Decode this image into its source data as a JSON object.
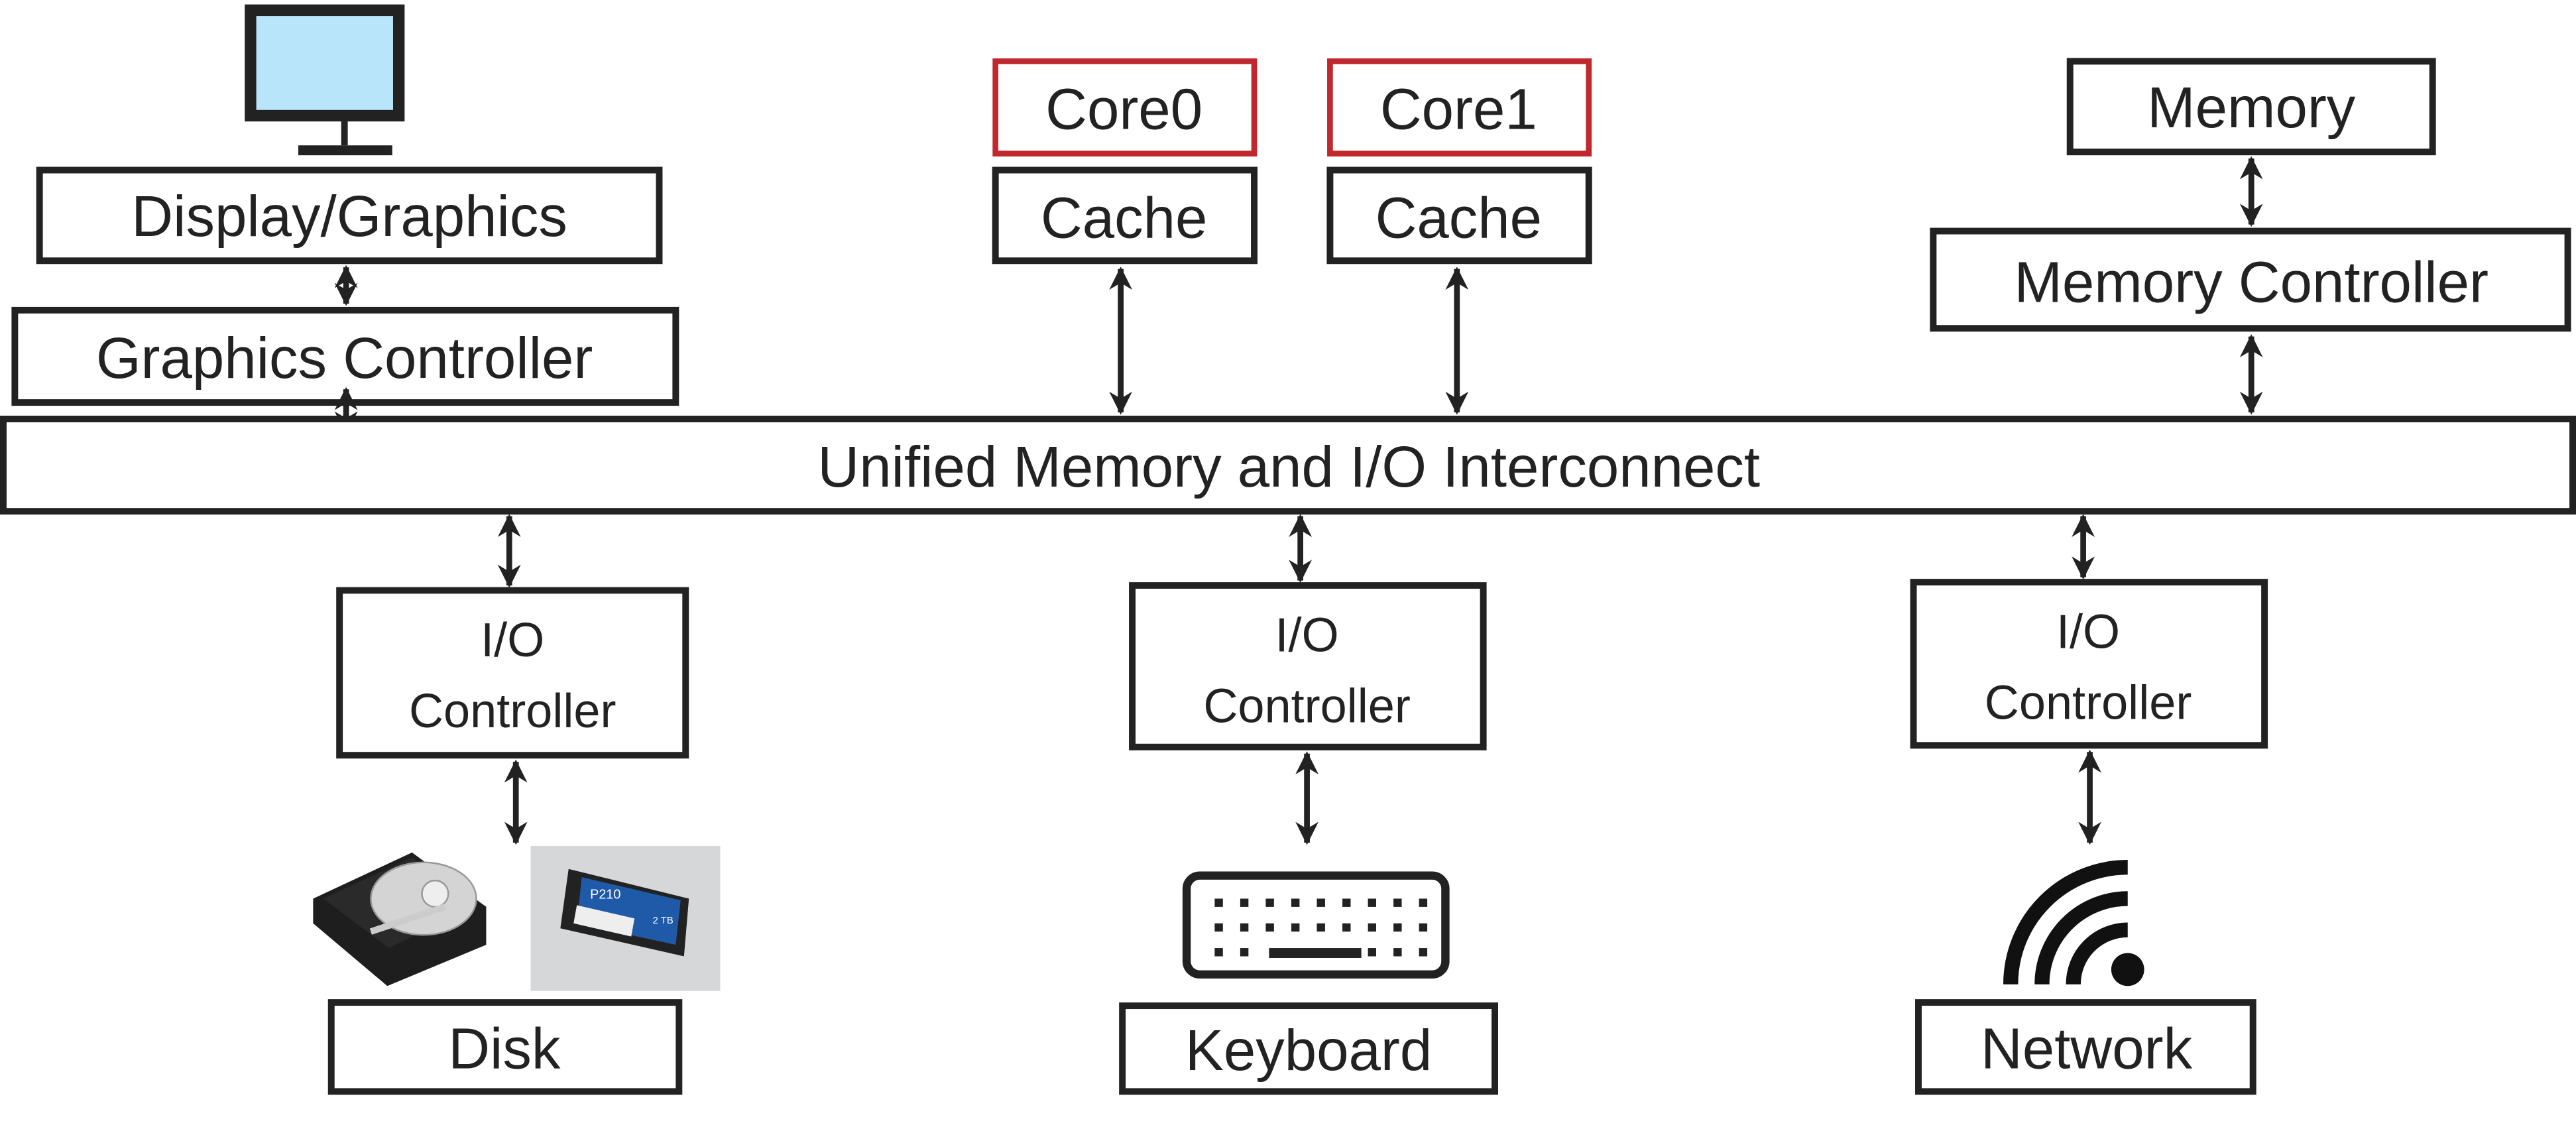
{
  "display": {
    "label": "Display/Graphics",
    "screen_color": "#b9e5fb",
    "icon": "monitor-icon"
  },
  "graphics_controller": {
    "label": "Graphics Controller"
  },
  "cores": [
    {
      "label": "Core0"
    },
    {
      "label": "Core1"
    }
  ],
  "caches": [
    {
      "label": "Cache"
    },
    {
      "label": "Cache"
    }
  ],
  "core_border_color": "#c0282d",
  "memory": {
    "label": "Memory"
  },
  "memory_controller": {
    "label": "Memory Controller"
  },
  "interconnect": {
    "label": "Unified Memory and I/O Interconnect"
  },
  "io_controllers": [
    {
      "line1": "I/O",
      "line2": "Controller"
    },
    {
      "line1": "I/O",
      "line2": "Controller"
    },
    {
      "line1": "I/O",
      "line2": "Controller"
    }
  ],
  "devices": [
    {
      "label": "Disk",
      "icons": [
        "hard-drive-photo",
        "ssd-photo"
      ],
      "ssd_model": "P210",
      "ssd_capacity": "2 TB"
    },
    {
      "label": "Keyboard",
      "icon": "keyboard-icon"
    },
    {
      "label": "Network",
      "icon": "wifi-icon"
    }
  ]
}
